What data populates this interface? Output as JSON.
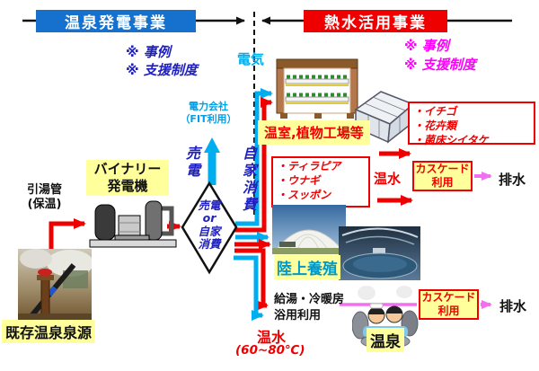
{
  "header": {
    "left": {
      "title": "温泉発電事業",
      "notes": [
        "※ 事例",
        "※ 支援制度"
      ]
    },
    "right": {
      "title": "熱水活用事業",
      "notes": [
        "※ 事例",
        "※ 支援制度"
      ]
    }
  },
  "generation": {
    "pipe_label": "引湯管\n(保温)",
    "source_label": "既存温泉泉源",
    "generator_label": "バイナリー\n発電機",
    "power_company_label": "電力会社\n（FIT利用）",
    "sell_label": "売電",
    "self_consume_label": "自家消費",
    "diamond_label": "売電\nor\n自家\n消費",
    "electricity_label": "電気"
  },
  "heat_use": {
    "greenhouse": {
      "label": "温室,植物工場等",
      "items": [
        "・イチゴ",
        "・花卉類",
        "・菌床シイタケ"
      ]
    },
    "aquaculture": {
      "label": "陸上養殖",
      "items": [
        "・ティラピア",
        "・ウナギ",
        "・スッポン"
      ]
    },
    "cascade_top": {
      "hot_water": "温水",
      "box": "カスケード\n利用",
      "drain": "排水"
    },
    "bath": {
      "use_label": "給湯・冷暖房\n浴用利用",
      "hot_water": "温水",
      "temp": "(60~80℃)",
      "onsen_label": "温泉"
    },
    "cascade_bottom": {
      "box": "カスケード\n利用",
      "drain": "排水"
    }
  },
  "colors": {
    "accent_blue": "#1570CE",
    "accent_red": "#EE0000",
    "cyan_arrow": "#00AEEF",
    "pink_arrow": "#F070F0",
    "magenta_text": "#FF00FF",
    "blue_text": "#2020C0",
    "highlight_yellow": "#FFFF9C",
    "aqua_label_blue": "#0099CC"
  }
}
